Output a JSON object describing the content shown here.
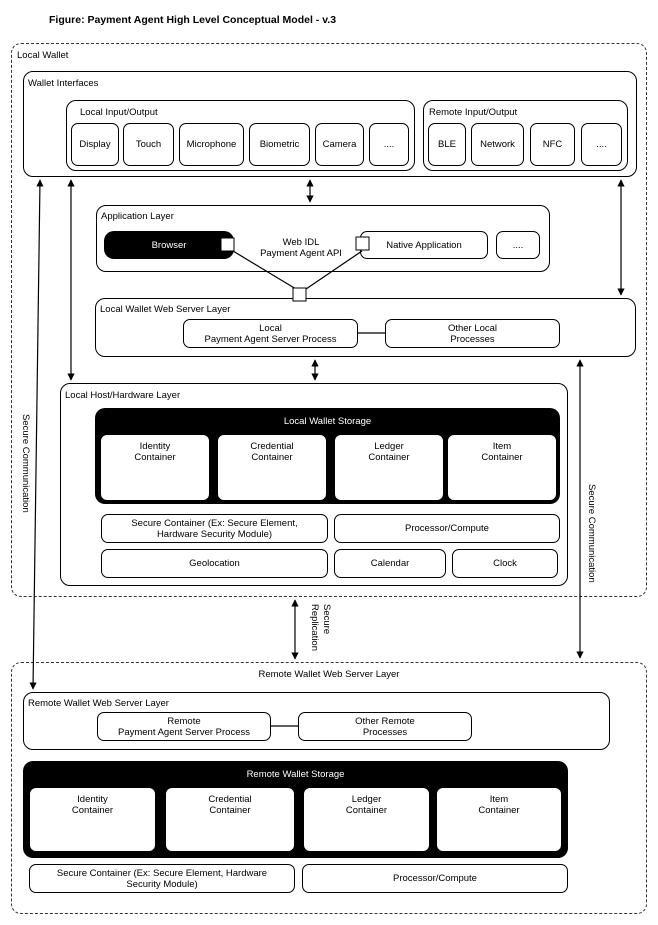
{
  "title": "Figure: Payment Agent  High Level Conceptual Model - v.3",
  "local_wallet": {
    "label": "Local Wallet",
    "interfaces": {
      "label": "Wallet Interfaces",
      "local_io": {
        "label": "Local Input/Output",
        "items": [
          "Display",
          "Touch",
          "Microphone",
          "Biometric",
          "Camera",
          "...."
        ]
      },
      "remote_io": {
        "label": "Remote Input/Output",
        "items": [
          "BLE",
          "Network",
          "NFC",
          "...."
        ]
      }
    },
    "application_layer": {
      "label": "Application Layer",
      "browser": "Browser",
      "api_label_line1": "Web IDL",
      "api_label_line2": "Payment Agent API",
      "native_app": "Native Application",
      "more": "...."
    },
    "web_server_layer": {
      "label": "Local Wallet Web Server Layer",
      "process_line1": "Local",
      "process_line2": "Payment Agent Server Process",
      "other_line1": "Other Local",
      "other_line2": "Processes"
    },
    "host_layer": {
      "label": "Local Host/Hardware Layer",
      "storage": {
        "label": "Local Wallet Storage",
        "containers": [
          {
            "line1": "Identity",
            "line2": "Container"
          },
          {
            "line1": "Credential",
            "line2": "Container"
          },
          {
            "line1": "Ledger",
            "line2": "Container"
          },
          {
            "line1": "Item",
            "line2": "Container"
          }
        ]
      },
      "secure_line1": "Secure Container (Ex: Secure Element,",
      "secure_line2": "Hardware Security Module)",
      "processor": "Processor/Compute",
      "geolocation": "Geolocation",
      "calendar": "Calendar",
      "clock": "Clock"
    }
  },
  "secure_communication_left": "Secure Communication",
  "secure_communication_right": "Secure Communication",
  "secure_replication_line1": "Secure",
  "secure_replication_line2": "Replication",
  "remote_wallet": {
    "label": "Remote Wallet Web Server Layer",
    "web_server_layer": {
      "label": "Remote Wallet Web Server Layer",
      "process_line1": "Remote",
      "process_line2": "Payment Agent Server Process",
      "other_line1": "Other Remote",
      "other_line2": "Processes"
    },
    "storage": {
      "label": "Remote Wallet Storage",
      "containers": [
        {
          "line1": "Identity",
          "line2": "Container"
        },
        {
          "line1": "Credential",
          "line2": "Container"
        },
        {
          "line1": "Ledger",
          "line2": "Container"
        },
        {
          "line1": "Item",
          "line2": "Container"
        }
      ]
    },
    "secure_line1": "Secure Container (Ex: Secure Element, Hardware",
    "secure_line2": "Security Module)",
    "processor": "Processor/Compute"
  }
}
